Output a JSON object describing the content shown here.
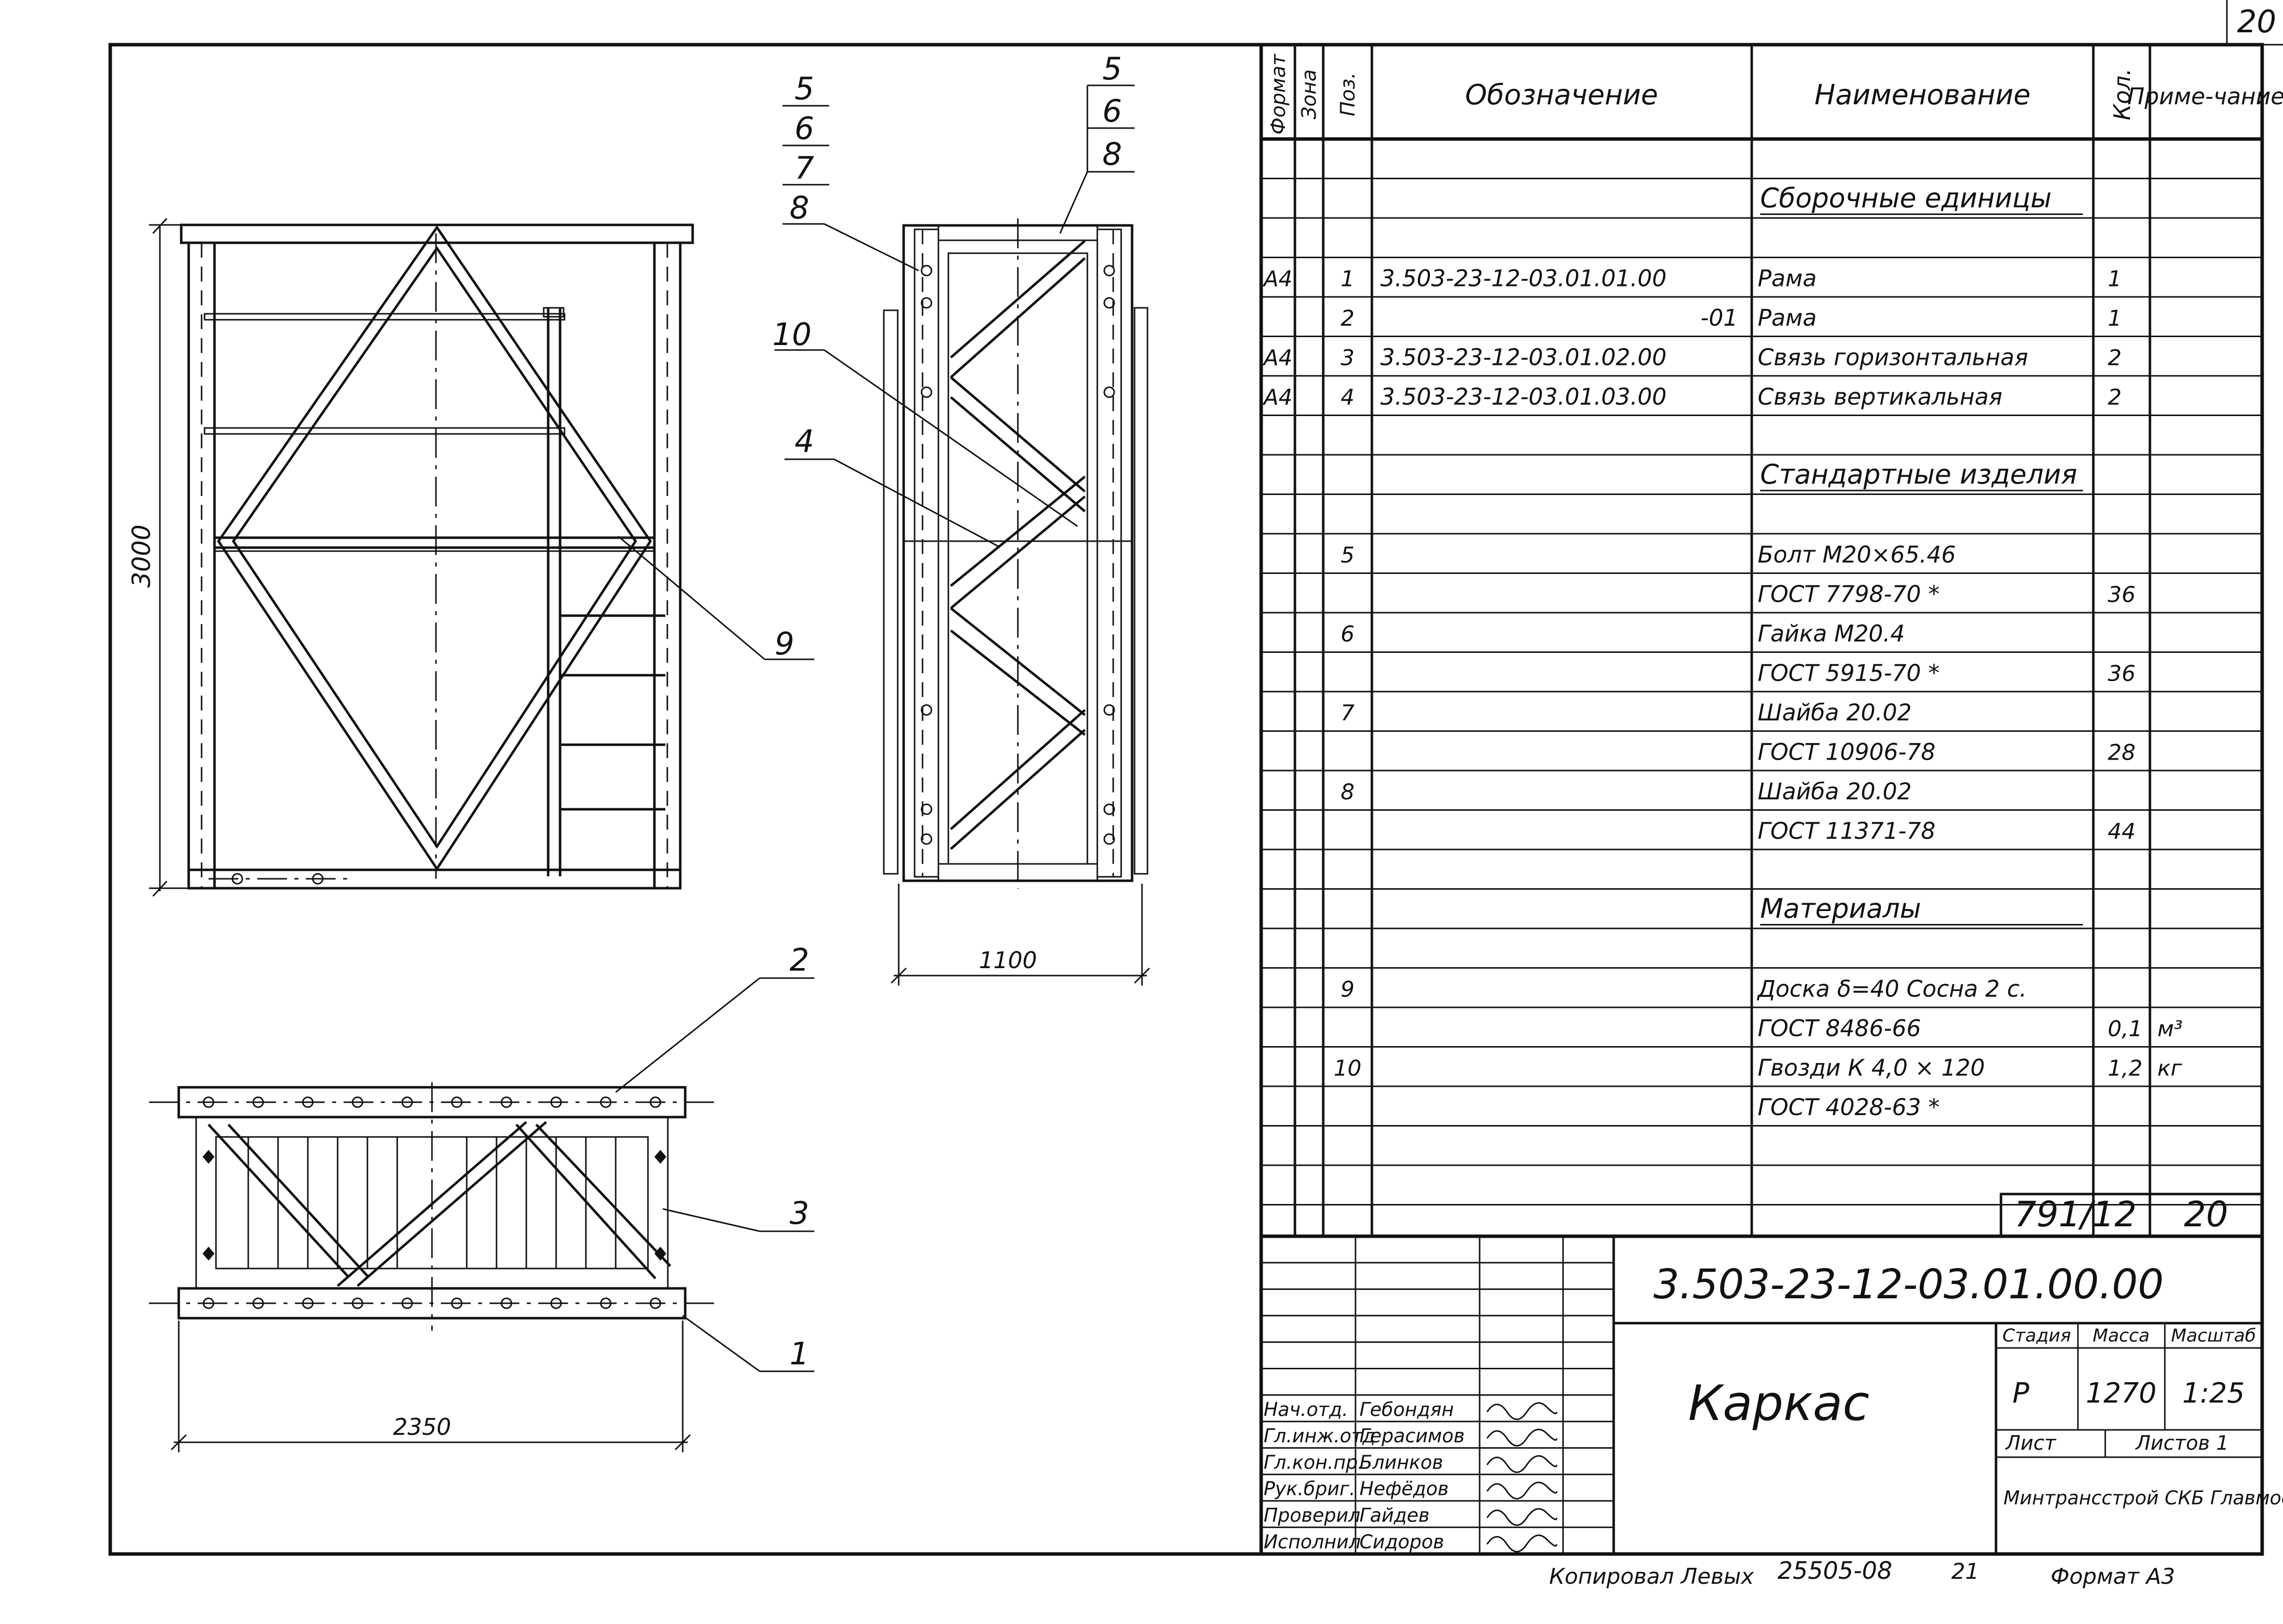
{
  "page_number": "20",
  "spec_header": {
    "format": "Формат",
    "zone": "Зона",
    "pos": "Поз.",
    "designation": "Обозначение",
    "name": "Наименование",
    "qty": "Кол.",
    "note": "Приме-чание"
  },
  "spec_rows": [
    {
      "section": "Сборочные единицы"
    },
    {
      "format": "А4",
      "pos": "1",
      "designation": "3.503-23-12-03.01.01.00",
      "name": "Рама",
      "qty": "1",
      "note": ""
    },
    {
      "format": "",
      "pos": "2",
      "designation": "-01",
      "name": "Рама",
      "qty": "1",
      "note": ""
    },
    {
      "format": "А4",
      "pos": "3",
      "designation": "3.503-23-12-03.01.02.00",
      "name": "Связь горизонтальная",
      "qty": "2",
      "note": ""
    },
    {
      "format": "А4",
      "pos": "4",
      "designation": "3.503-23-12-03.01.03.00",
      "name": "Связь вертикальная",
      "qty": "2",
      "note": ""
    },
    {
      "section": "Стандартные изделия"
    },
    {
      "pos": "5",
      "name": "Болт М20×65.46",
      "qty": ""
    },
    {
      "pos": "",
      "name": "ГОСТ 7798-70 *",
      "qty": "36"
    },
    {
      "pos": "6",
      "name": "Гайка М20.4",
      "qty": ""
    },
    {
      "pos": "",
      "name": "ГОСТ 5915-70 *",
      "qty": "36"
    },
    {
      "pos": "7",
      "name": "Шайба 20.02",
      "qty": ""
    },
    {
      "pos": "",
      "name": "ГОСТ 10906-78",
      "qty": "28"
    },
    {
      "pos": "8",
      "name": "Шайба 20.02",
      "qty": ""
    },
    {
      "pos": "",
      "name": "ГОСТ 11371-78",
      "qty": "44"
    },
    {
      "section": "Материалы"
    },
    {
      "pos": "9",
      "name": "Доска δ=40 Сосна 2 с.",
      "qty": ""
    },
    {
      "pos": "",
      "name": "ГОСТ 8486-66",
      "qty": "0,1",
      "note": "м³"
    },
    {
      "pos": "10",
      "name": "Гвозди К 4,0 × 120",
      "qty": "1,2",
      "note": "кг"
    },
    {
      "pos": "",
      "name": "ГОСТ 4028-63 *",
      "qty": ""
    }
  ],
  "stamp_box": {
    "code": "791/12",
    "sheet": "20"
  },
  "title_block": {
    "document_code": "3.503-23-12-03.01.00.00",
    "title": "Каркас",
    "stage_label": "Стадия",
    "mass_label": "Масса",
    "scale_label": "Масштаб",
    "stage": "Р",
    "mass": "1270",
    "scale": "1:25",
    "sheet_label": "Лист",
    "sheets_label": "Листов 1",
    "organization": "Минтрансстрой СКБ Главмостостроя",
    "signatories": [
      {
        "role": "Нач.отд.",
        "name": "Гебондян"
      },
      {
        "role": "Гл.инж.отд",
        "name": "Герасимов"
      },
      {
        "role": "Гл.кон.пр.",
        "name": "Блинков"
      },
      {
        "role": "Рук.бриг.",
        "name": "Нефёдов"
      },
      {
        "role": "Проверил",
        "name": "Гайдев"
      },
      {
        "role": "Исполнил",
        "name": "Сидоров"
      }
    ]
  },
  "footer": {
    "copied": "Копировал Левых",
    "archive": "25505-08",
    "num": "21",
    "format": "Формат А3"
  },
  "dimensions": {
    "height": "3000",
    "depth": "1100",
    "width": "2350"
  },
  "callouts": {
    "c5a": "5",
    "c6a": "6",
    "c7a": "7",
    "c8a": "8",
    "c5b": "5",
    "c6b": "6",
    "c8b": "8",
    "c10": "10",
    "c4": "4",
    "c9": "9",
    "c2": "2",
    "c3": "3",
    "c1": "1"
  }
}
